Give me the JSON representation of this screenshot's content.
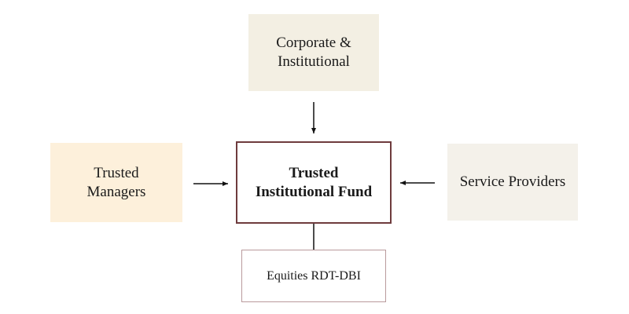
{
  "diagram": {
    "nodes": {
      "corporate": {
        "lines": [
          "Corporate &",
          "Institutional"
        ],
        "color": "#f3efe3"
      },
      "managers": {
        "lines": [
          "Trusted",
          "Managers"
        ],
        "color": "#fdf0db"
      },
      "fund": {
        "lines": [
          "Trusted",
          "Institutional Fund"
        ],
        "border_color": "#6e3b3d"
      },
      "service": {
        "lines": [
          "Service Providers"
        ],
        "color": "#f4f1ea"
      },
      "equities": {
        "lines": [
          "Equities RDT-DBI"
        ],
        "border_color": "#b99a9c"
      }
    },
    "edges": [
      {
        "from": "corporate",
        "to": "fund",
        "type": "arrow"
      },
      {
        "from": "managers",
        "to": "fund",
        "type": "arrow"
      },
      {
        "from": "service",
        "to": "fund",
        "type": "arrow"
      },
      {
        "from": "fund",
        "to": "equities",
        "type": "line"
      }
    ]
  }
}
